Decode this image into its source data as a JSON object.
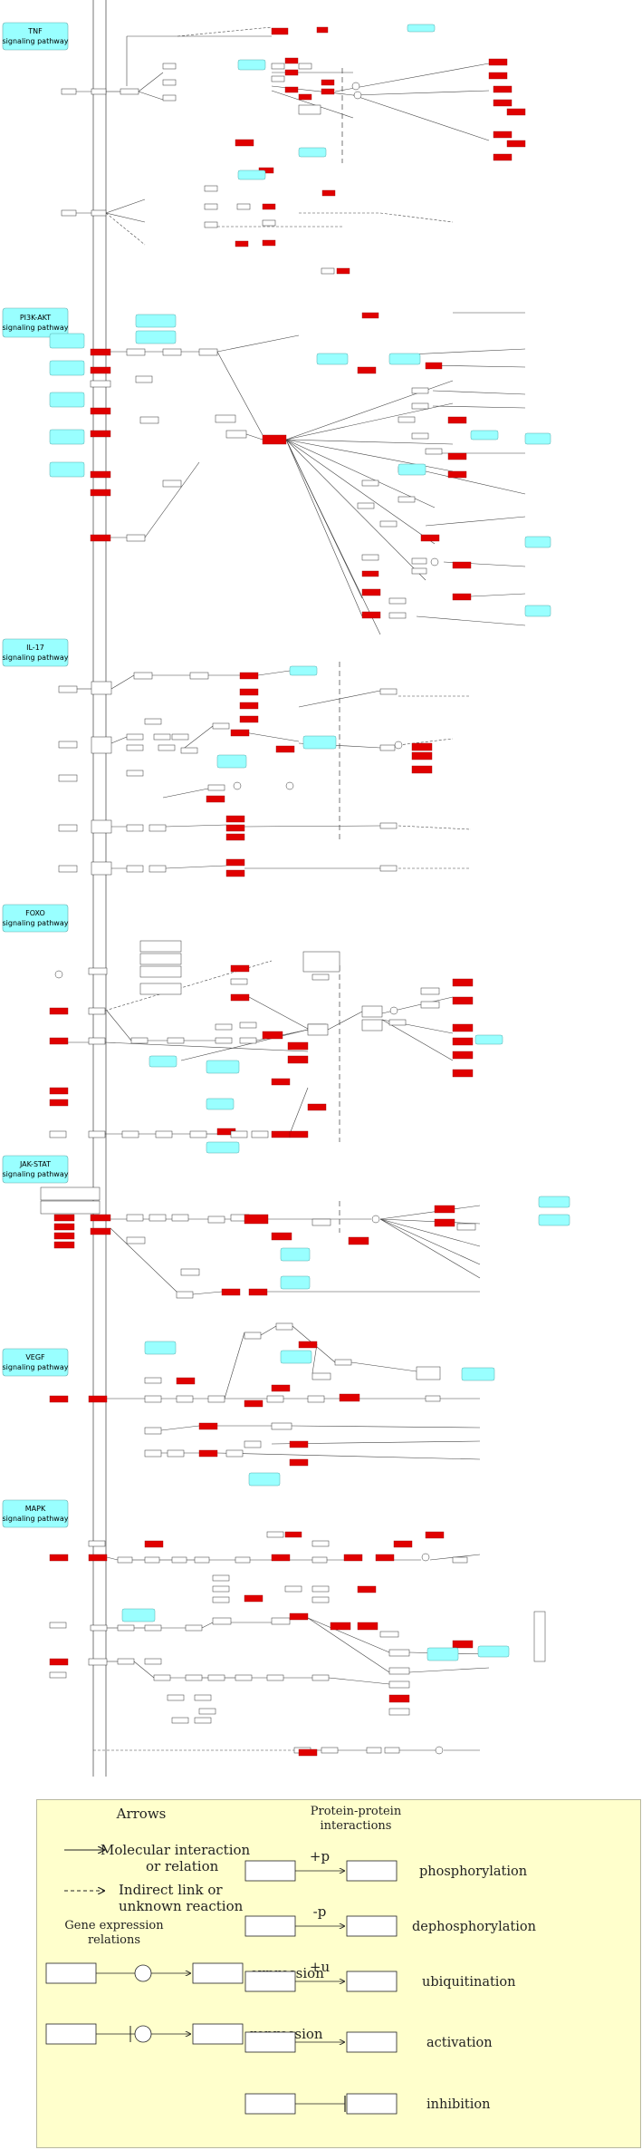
{
  "colors": {
    "red_node": "#e00000",
    "cyan_box": "#99ffff",
    "legend_bg": "#ffffcc",
    "line": "#333333"
  },
  "pathways": [
    {
      "line1": "TNF",
      "line2": "signaling pathway"
    },
    {
      "line1": "PI3K-AKT",
      "line2": "signaling pathway"
    },
    {
      "line1": "IL-17",
      "line2": "signaling pathway"
    },
    {
      "line1": "FOXO",
      "line2": "signaling pathway"
    },
    {
      "line1": "JAK-STAT",
      "line2": "signaling pathway"
    },
    {
      "line1": "VEGF",
      "line2": "signaling pathway"
    },
    {
      "line1": "MAPK",
      "line2": "signaling pathway"
    }
  ],
  "legend": {
    "arrows_title": "Arrows",
    "molecular_line1": "Molecular interaction",
    "molecular_line2": "or relation",
    "indirect_line1": "Indirect link or",
    "indirect_line2": "unknown reaction",
    "gene_title_line1": "Gene expression",
    "gene_title_line2": "relations",
    "expression": "expression",
    "repression": "repression",
    "ppi_title_line1": "Protein-protein",
    "ppi_title_line2": "interactions",
    "plus_p": "+p",
    "minus_p": "-p",
    "plus_u": "+u",
    "phosphorylation": "phosphorylation",
    "dephosphorylation": "dephosphorylation",
    "ubiquitination": "ubiquitination",
    "activation": "activation",
    "inhibition": "inhibition"
  }
}
